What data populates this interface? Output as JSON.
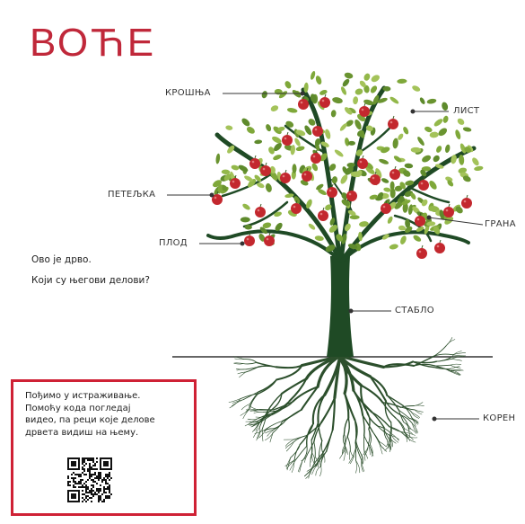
{
  "title": "ВОЋЕ",
  "labels": {
    "crown": "КРОШЊА",
    "leaf": "ЛИСТ",
    "stem": "ПЕТЕЉКА",
    "branch": "ГРАНА",
    "fruit": "ПЛОД",
    "trunk": "СТАБЛО",
    "root": "КОРЕН"
  },
  "question": {
    "line1": "Ово је дрво.",
    "line2": "Који су његови делови?"
  },
  "panel": {
    "lines": [
      "Пођимо у истраживање.",
      "Помоћу кода погледај",
      "видео, па реци које делове",
      "дрвета видиш на њему."
    ]
  },
  "colors": {
    "title": "#c0283a",
    "panel_border": "#cf2135",
    "trunk": "#1f4a25",
    "leaf": "#7fa83a",
    "fruit": "#c3282e"
  },
  "icons": {
    "qr": "qr-code-icon"
  }
}
